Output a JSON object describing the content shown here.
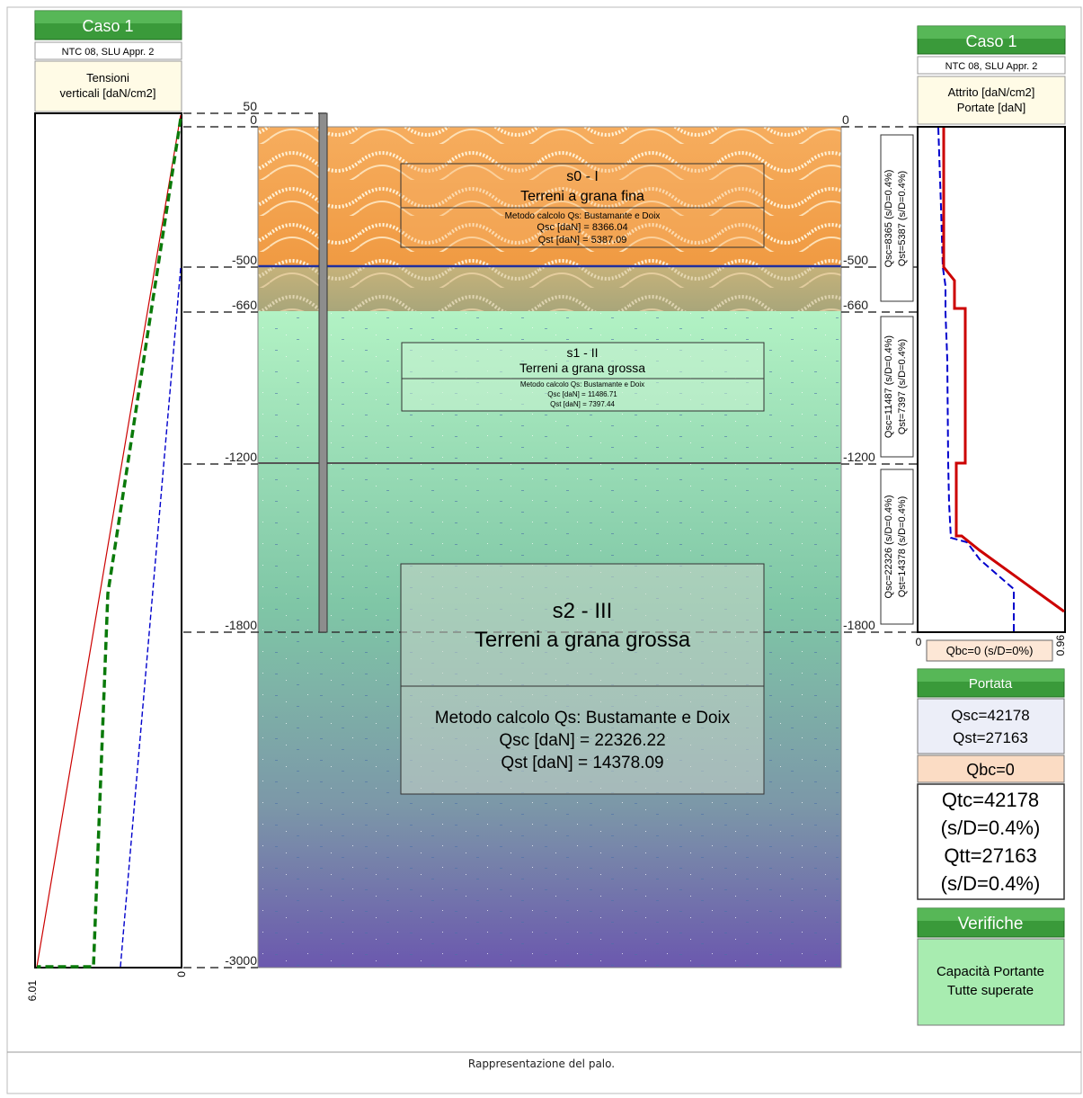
{
  "left_panel": {
    "case_title": "Caso 1",
    "norm": "NTC 08, SLU Appr. 2",
    "label_line1": "Tensioni",
    "label_line2": "verticali [daN/cm2]",
    "axis_max": "6.01",
    "axis_min": "0"
  },
  "depth_labels": {
    "top": "50",
    "zero_left": "0",
    "zero_right": "0",
    "d500": "-500",
    "d660": "-660",
    "d1200": "-1200",
    "d1800": "-1800",
    "d3000": "-3000"
  },
  "layers": [
    {
      "title": "s0 - I",
      "subtitle": "Terreni a grana fina",
      "method": "Metodo calcolo Qs: Bustamante e Doix",
      "qsc": "Qsc [daN] = 8366.04",
      "qst": "Qst [daN] = 5387.09"
    },
    {
      "title": "s1 - II",
      "subtitle": "Terreni a grana grossa",
      "method": "Metodo calcolo Qs: Bustamante e Doix",
      "qsc": "Qsc [daN] = 11486.71",
      "qst": "Qst [daN] = 7397.44"
    },
    {
      "title": "s2 - III",
      "subtitle": "Terreni a grana grossa",
      "method": "Metodo calcolo Qs: Bustamante e Doix",
      "qsc": "Qsc [daN] = 22326.22",
      "qst": "Qst [daN] = 14378.09"
    }
  ],
  "side_labels": [
    {
      "qsc": "Qsc=8365 (s/D=0.4%)",
      "qst": "Qst=5387 (s/D=0.4%)"
    },
    {
      "qsc": "Qsc=11487 (s/D=0.4%)",
      "qst": "Qst=7397 (s/D=0.4%)"
    },
    {
      "qsc": "Qsc=22326 (s/D=0.4%)",
      "qst": "Qst=14378 (s/D=0.4%)"
    }
  ],
  "right_panel": {
    "case_title": "Caso 1",
    "norm": "NTC 08, SLU Appr. 2",
    "label_line1": "Attrito [daN/cm2]",
    "label_line2": "Portate [daN]",
    "axis_min": "0",
    "axis_max": "0.96",
    "qbc_label": "Qbc=0 (s/D=0%)"
  },
  "portata": {
    "title": "Portata",
    "qsc": "Qsc=42178",
    "qst": "Qst=27163",
    "qbc": "Qbc=0",
    "qtc": "Qtc=42178",
    "qtc_sd": "(s/D=0.4%)",
    "qtt": "Qtt=27163",
    "qtt_sd": "(s/D=0.4%)"
  },
  "verifiche": {
    "title": "Verifiche",
    "line1": "Capacità Portante",
    "line2": "Tutte superate"
  },
  "caption": "Rappresentazione del palo.",
  "colors": {
    "layer0": "#f2a04e",
    "layer1": "#b8ab7c",
    "layer2_top": "#aef0c0",
    "layer2_bottom": "#6a5ab0",
    "header_green": "#3a9a3a",
    "red_curve": "#cc0000",
    "blue_curve": "#0000cc",
    "green_curve": "#007700"
  }
}
